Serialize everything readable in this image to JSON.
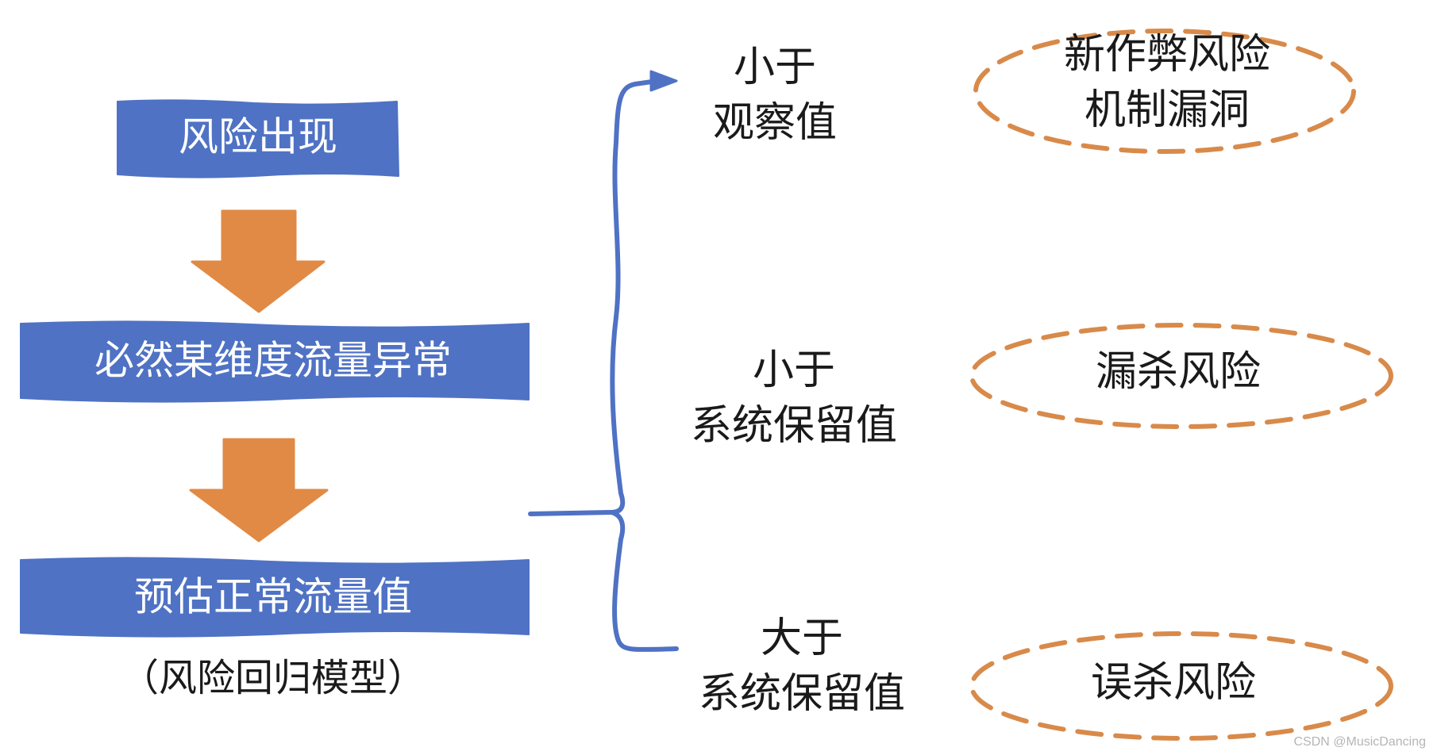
{
  "colors": {
    "box_fill": "#4f72c4",
    "arrow_fill": "#e08a45",
    "brace_stroke": "#4f72c4",
    "ellipse_stroke": "#d88a4a",
    "text_dark": "#1a1a1a",
    "text_light": "#ffffff"
  },
  "flow": {
    "step1": "风险出现",
    "step2": "必然某维度流量异常",
    "step3": "预估正常流量值",
    "caption": "（风险回归模型）"
  },
  "branches": [
    {
      "condition_line1": "小于",
      "condition_line2": "观察值",
      "result_line1": "新作弊风险",
      "result_line2": "机制漏洞"
    },
    {
      "condition_line1": "小于",
      "condition_line2": "系统保留值",
      "result_line1": "漏杀风险",
      "result_line2": ""
    },
    {
      "condition_line1": "大于",
      "condition_line2": "系统保留值",
      "result_line1": "误杀风险",
      "result_line2": ""
    }
  ],
  "watermark": "CSDN @MusicDancing"
}
